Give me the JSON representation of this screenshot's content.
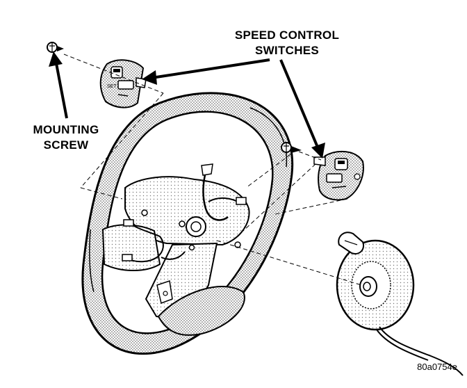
{
  "labels": {
    "speed_control_line1": "SPEED CONTROL",
    "speed_control_line2": "SWITCHES",
    "mounting_line1": "MOUNTING",
    "mounting_line2": "SCREW",
    "figure_code": "80a0754e"
  },
  "colors": {
    "ink": "#000000",
    "paper": "#ffffff",
    "shade": "#bdbdbd"
  }
}
